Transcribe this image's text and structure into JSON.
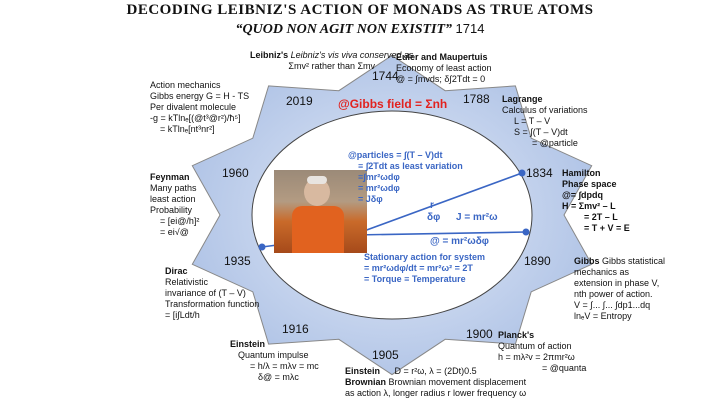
{
  "header": {
    "title": "DECODING LEIBNIZ'S ACTION OF MONADS AS TRUE ATOMS",
    "subtitle": "“QUOD NON AGIT NON EXISTIT”",
    "subtitle_year": "1714"
  },
  "years": {
    "y1744": "1744",
    "y1788": "1788",
    "y1834": "1834",
    "y1890": "1890",
    "y1900": "1900",
    "y1905": "1905",
    "y1916": "1916",
    "y1935": "1935",
    "y1960": "1960",
    "y2019": "2019"
  },
  "colors": {
    "accent_blue": "#3a66c4",
    "red": "#e2221f",
    "star_fill": "#c9d6ee"
  },
  "blocks": {
    "leibniz": {
      "l1": "Leibniz's vis viva conserved as",
      "l2": "Σmv² rather than Σmv"
    },
    "euler": {
      "l1": "Euler and Maupertuis",
      "l2": "Economy of least action",
      "l3": "@ = ∫mvds; δ∫2Tdt = 0"
    },
    "lagrange": {
      "l1": "Lagrange",
      "l2": "Calculus of variations",
      "l3": "L = T – V",
      "l4": "S = ∫(T – V)dt",
      "l5": "= @particle"
    },
    "hamilton": {
      "l1": "Hamilton",
      "l2": "Phase space",
      "l3": "@= ∫dpdq",
      "l4": "H = Σmv² – L",
      "l5": "= 2T – L",
      "l6": "= T + V = E"
    },
    "gibbs_stat": {
      "l1": "Gibbs statistical",
      "l2": "mechanics as",
      "l3": "extension in phase V,",
      "l4": "nth power of action.",
      "l5": "V = ∫... ∫... ∫dp1...dq",
      "l6": "lnₑV = Entropy"
    },
    "planck": {
      "l1": "Planck's",
      "l2": "Quantum of action",
      "l3": "h = mλ²v = 2πmr²ω",
      "l4": "= @quanta"
    },
    "einstein_b": {
      "l1": "Einstein",
      "l2": "D = r²ω, λ = (2Dt)0.5",
      "l3": "Brownian movement displacement",
      "l4": "as action λ, longer radius r lower frequency ω"
    },
    "einstein_q": {
      "l1": "Einstein",
      "l2": "Quantum impulse",
      "l3": "= h/λ = mλv = mc",
      "l4": "δ@ = mλc"
    },
    "dirac": {
      "l1": "Dirac",
      "l2": "Relativistic",
      "l3": "invariance of (T – V)",
      "l4": "Transformation function",
      "l5": "= [i∫Ldt/h"
    },
    "feynman": {
      "l1": "Feynman",
      "l2": "Many paths",
      "l3": "least action",
      "l4": "Probability",
      "l5": "= [ei@/h]²",
      "l6": "= ei√@"
    },
    "gibbs_energy": {
      "l1": "Action mechanics",
      "l2": "Gibbs energy G = H - TS",
      "l3": "Per divalent molecule",
      "l4": "-g = kTlnₑ[(@t³@r²)/ħ⁵]",
      "l5": "= kTlnₑ[nt³nr²]"
    }
  },
  "inner": {
    "gibbs_field": "@Gibbs field = Σnh",
    "p1": "@particles = ∫(T – V)dt",
    "p2": "≡ ∫2Tdt as least variation",
    "p3": "≡∫mr²ωdφ",
    "p4": "= mr²ωdφ",
    "p5": "= Jδφ",
    "r": "r",
    "dphi": "δφ",
    "J": "J = mr²ω",
    "at": "@ = mr²ωδφ",
    "s1": "Stationary action for system",
    "s2": "= mr²ωdφ/dt = mr²ω² = 2T",
    "s3": "= Torque ≡ Temperature"
  }
}
